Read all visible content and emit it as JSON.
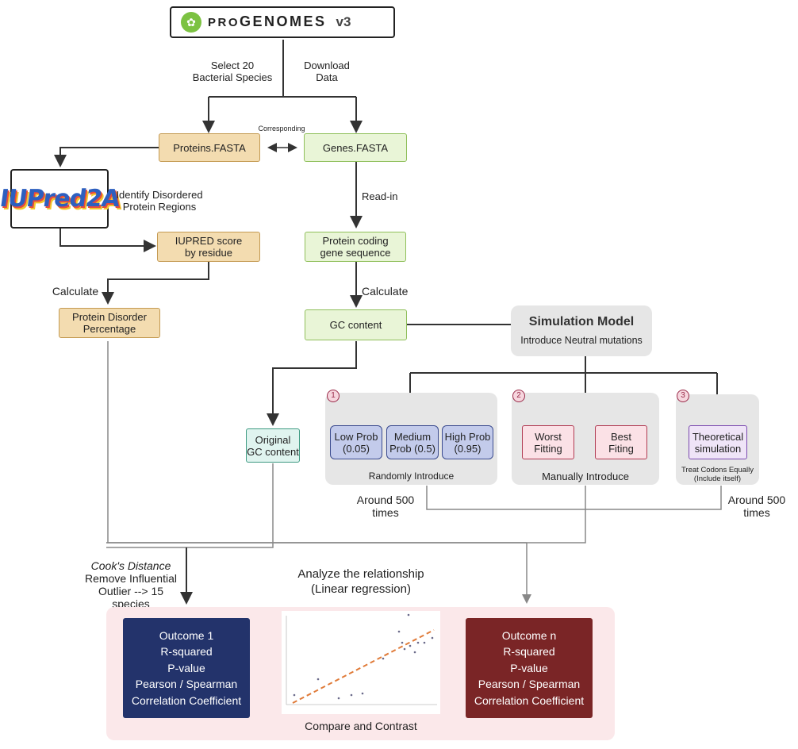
{
  "header": {
    "brand": "proGenomes",
    "brand_prefix": "pro",
    "brand_main": "Genomes",
    "version": "v3"
  },
  "edges": {
    "select_species": [
      "Select 20",
      "Bacterial Species"
    ],
    "download_data": [
      "Download",
      "Data"
    ],
    "corresponding": "Corresponding",
    "identify_disordered": [
      "Identify Disordered",
      "Protein Regions"
    ],
    "read_in": "Read-in",
    "calculate_left": "Calculate",
    "calculate_right": "Calculate",
    "around_500_left": [
      "Around 500",
      "times"
    ],
    "around_500_right": [
      "Around 500",
      "times"
    ],
    "cooks_distance": "Cook's Distance",
    "remove_outlier": [
      "Remove Influential",
      "Outlier --> 15",
      "species"
    ]
  },
  "nodes": {
    "proteins_fasta": "Proteins.FASTA",
    "genes_fasta": "Genes.FASTA",
    "iupred_logo": "IUPred2A",
    "iupred_score": [
      "IUPRED score",
      "by residue"
    ],
    "protein_coding": [
      "Protein coding",
      "gene sequence"
    ],
    "protein_disorder": [
      "Protein Disorder",
      "Percentage"
    ],
    "gc_content": "GC content",
    "original_gc": [
      "Original",
      "GC content"
    ]
  },
  "simulation": {
    "title": "Simulation Model",
    "subtitle": "Introduce Neutral mutations"
  },
  "groups": [
    {
      "number": "1",
      "label": "Randomly Introduce",
      "items": [
        [
          "Low Prob",
          "(0.05)"
        ],
        [
          "Medium",
          "Prob (0.5)"
        ],
        [
          "High Prob",
          "(0.95)"
        ]
      ]
    },
    {
      "number": "2",
      "label": "Manually Introduce",
      "items": [
        [
          "Worst",
          "Fitting"
        ],
        [
          "Best",
          "Fiting"
        ]
      ]
    },
    {
      "number": "3",
      "label": [
        "Treat Codons Equally",
        "(Include itself)"
      ],
      "items": [
        [
          "Theoretical",
          "simulation"
        ]
      ]
    }
  ],
  "analysis": {
    "title": [
      "Analyze the relationship",
      "(Linear regression)"
    ],
    "compare": "Compare and Contrast",
    "outcome_1": [
      "Outcome 1",
      "R-squared",
      "P-value",
      "Pearson / Spearman",
      "Correlation Coefficient"
    ],
    "outcome_n": [
      "Outcome n",
      "R-squared",
      "P-value",
      "Pearson / Spearman",
      "Correlation Coefficient"
    ]
  },
  "colors": {
    "outcome_1": "#23336b",
    "outcome_n": "#7a2526",
    "analysis_panel": "#fbe8ea",
    "regression_line": "#e07b39"
  }
}
